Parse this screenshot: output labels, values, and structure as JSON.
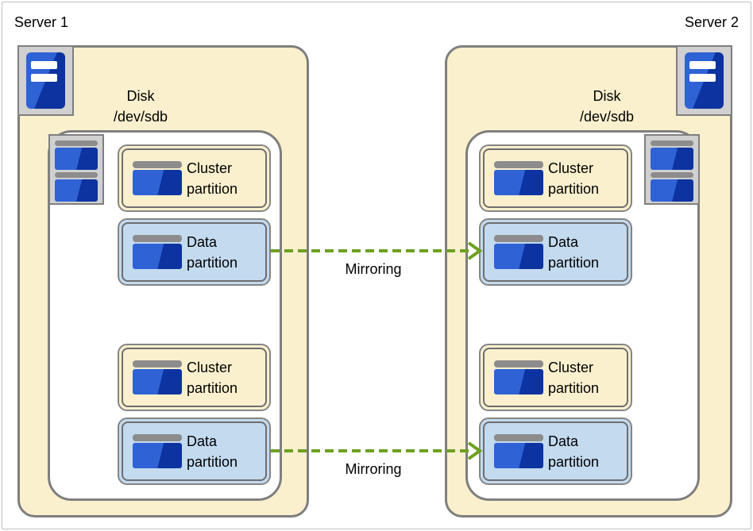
{
  "colors": {
    "cream": "#FBF0CE",
    "lightblue": "#C3DAEF",
    "green": "#6DA120",
    "bordergray": "#7F7F7F",
    "blue": "#2E62D5",
    "bluedark": "#0C33A0",
    "bargray": "#8C8C8C",
    "backing": "#D0D0D0"
  },
  "servers": [
    {
      "name": "Server 1",
      "disk": {
        "line1": "Disk",
        "line2": "/dev/sdb"
      },
      "partitions": [
        {
          "kind": "cluster",
          "line1": "Cluster",
          "line2": "partition"
        },
        {
          "kind": "data",
          "line1": "Data",
          "line2": "partition"
        },
        {
          "kind": "cluster",
          "line1": "Cluster",
          "line2": "partition"
        },
        {
          "kind": "data",
          "line1": "Data",
          "line2": "partition"
        }
      ]
    },
    {
      "name": "Server 2",
      "disk": {
        "line1": "Disk",
        "line2": "/dev/sdb"
      },
      "partitions": [
        {
          "kind": "cluster",
          "line1": "Cluster",
          "line2": "partition"
        },
        {
          "kind": "data",
          "line1": "Data",
          "line2": "partition"
        },
        {
          "kind": "cluster",
          "line1": "Cluster",
          "line2": "partition"
        },
        {
          "kind": "data",
          "line1": "Data",
          "line2": "partition"
        }
      ]
    }
  ],
  "mirroring": [
    {
      "label": "Mirroring"
    },
    {
      "label": "Mirroring"
    }
  ]
}
